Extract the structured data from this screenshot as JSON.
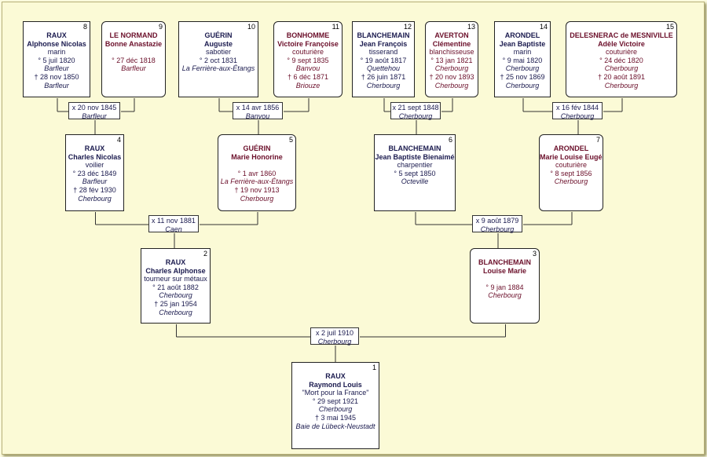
{
  "persons": [
    {
      "num": "1",
      "sex": "m",
      "lines": [
        {
          "t": "RAUX",
          "s": "nm"
        },
        {
          "t": "Raymond Louis",
          "s": "nm"
        },
        {
          "t": "\"Mort pour la France\"",
          "s": "pl"
        },
        {
          "t": "° 29 sept 1921",
          "s": "pl"
        },
        {
          "t": "Cherbourg",
          "s": "it"
        },
        {
          "t": "† 3 mai 1945",
          "s": "pl"
        },
        {
          "t": "Baie de Lübeck-Neustadt",
          "s": "it"
        }
      ]
    },
    {
      "num": "2",
      "sex": "m",
      "lines": [
        {
          "t": "RAUX",
          "s": "nm"
        },
        {
          "t": "Charles Alphonse",
          "s": "nm"
        },
        {
          "t": "tourneur sur métaux",
          "s": "pl"
        },
        {
          "t": "° 21 août 1882",
          "s": "pl"
        },
        {
          "t": "Cherbourg",
          "s": "it"
        },
        {
          "t": "† 25 jan 1954",
          "s": "pl"
        },
        {
          "t": "Cherbourg",
          "s": "it"
        }
      ]
    },
    {
      "num": "3",
      "sex": "f",
      "lines": [
        {
          "t": "BLANCHEMAIN",
          "s": "nm"
        },
        {
          "t": "Louise Marie",
          "s": "nm"
        },
        {
          "t": "",
          "s": "pl"
        },
        {
          "t": "° 9 jan 1884",
          "s": "pl"
        },
        {
          "t": "Cherbourg",
          "s": "it"
        }
      ]
    },
    {
      "num": "4",
      "sex": "m",
      "lines": [
        {
          "t": "RAUX",
          "s": "nm"
        },
        {
          "t": "Charles Nicolas",
          "s": "nm"
        },
        {
          "t": "voilier",
          "s": "pl"
        },
        {
          "t": "° 23 déc 1849",
          "s": "pl"
        },
        {
          "t": "Barfleur",
          "s": "it"
        },
        {
          "t": "† 28 fév 1930",
          "s": "pl"
        },
        {
          "t": "Cherbourg",
          "s": "it"
        }
      ]
    },
    {
      "num": "5",
      "sex": "f",
      "lines": [
        {
          "t": "GUÉRIN",
          "s": "nm"
        },
        {
          "t": "Marie Honorine",
          "s": "nm"
        },
        {
          "t": "",
          "s": "pl"
        },
        {
          "t": "° 1 avr 1860",
          "s": "pl"
        },
        {
          "t": "La Ferrière-aux-Étangs",
          "s": "it"
        },
        {
          "t": "† 19 nov 1913",
          "s": "pl"
        },
        {
          "t": "Cherbourg",
          "s": "it"
        }
      ]
    },
    {
      "num": "6",
      "sex": "m",
      "lines": [
        {
          "t": "BLANCHEMAIN",
          "s": "nm"
        },
        {
          "t": "Jean Baptiste Bienaimé",
          "s": "nm"
        },
        {
          "t": "charpentier",
          "s": "pl"
        },
        {
          "t": "° 5 sept 1850",
          "s": "pl"
        },
        {
          "t": "Octeville",
          "s": "it"
        }
      ]
    },
    {
      "num": "7",
      "sex": "f",
      "lines": [
        {
          "t": "ARONDEL",
          "s": "nm"
        },
        {
          "t": "Marie Louise Eugénie",
          "s": "nm"
        },
        {
          "t": "couturière",
          "s": "pl"
        },
        {
          "t": "° 8 sept 1856",
          "s": "pl"
        },
        {
          "t": "Cherbourg",
          "s": "it"
        }
      ]
    },
    {
      "num": "8",
      "sex": "m",
      "lines": [
        {
          "t": "RAUX",
          "s": "nm"
        },
        {
          "t": "Alphonse Nicolas",
          "s": "nm"
        },
        {
          "t": "marin",
          "s": "pl"
        },
        {
          "t": "° 5 juil 1820",
          "s": "pl"
        },
        {
          "t": "Barfleur",
          "s": "it"
        },
        {
          "t": "† 28 nov 1850",
          "s": "pl"
        },
        {
          "t": "Barfleur",
          "s": "it"
        }
      ]
    },
    {
      "num": "9",
      "sex": "f",
      "lines": [
        {
          "t": "LE NORMAND",
          "s": "nm"
        },
        {
          "t": "Bonne Anastazie",
          "s": "nm"
        },
        {
          "t": "",
          "s": "pl"
        },
        {
          "t": "° 27 déc 1818",
          "s": "pl"
        },
        {
          "t": "Barfleur",
          "s": "it"
        }
      ]
    },
    {
      "num": "10",
      "sex": "m",
      "lines": [
        {
          "t": "GUÉRIN",
          "s": "nm"
        },
        {
          "t": "Auguste",
          "s": "nm"
        },
        {
          "t": "sabotier",
          "s": "pl"
        },
        {
          "t": "° 2 oct 1831",
          "s": "pl"
        },
        {
          "t": "La Ferrière-aux-Étangs",
          "s": "it"
        }
      ]
    },
    {
      "num": "11",
      "sex": "f",
      "lines": [
        {
          "t": "BONHOMME",
          "s": "nm"
        },
        {
          "t": "Victoire Françoise",
          "s": "nm"
        },
        {
          "t": "couturière",
          "s": "pl"
        },
        {
          "t": "° 9 sept 1835",
          "s": "pl"
        },
        {
          "t": "Banvou",
          "s": "it"
        },
        {
          "t": "† 6 déc 1871",
          "s": "pl"
        },
        {
          "t": "Briouze",
          "s": "it"
        }
      ]
    },
    {
      "num": "12",
      "sex": "m",
      "lines": [
        {
          "t": "BLANCHEMAIN",
          "s": "nm"
        },
        {
          "t": "Jean François",
          "s": "nm"
        },
        {
          "t": "tisserand",
          "s": "pl"
        },
        {
          "t": "° 19 août 1817",
          "s": "pl"
        },
        {
          "t": "Quettehou",
          "s": "it"
        },
        {
          "t": "† 26 juin 1871",
          "s": "pl"
        },
        {
          "t": "Cherbourg",
          "s": "it"
        }
      ]
    },
    {
      "num": "13",
      "sex": "f",
      "lines": [
        {
          "t": "AVERTON",
          "s": "nm"
        },
        {
          "t": "Clémentine",
          "s": "nm"
        },
        {
          "t": "blanchisseuse",
          "s": "pl"
        },
        {
          "t": "° 13 jan 1821",
          "s": "pl"
        },
        {
          "t": "Cherbourg",
          "s": "it"
        },
        {
          "t": "† 20 nov 1893",
          "s": "pl"
        },
        {
          "t": "Cherbourg",
          "s": "it"
        }
      ]
    },
    {
      "num": "14",
      "sex": "m",
      "lines": [
        {
          "t": "ARONDEL",
          "s": "nm"
        },
        {
          "t": "Jean Baptiste",
          "s": "nm"
        },
        {
          "t": "marin",
          "s": "pl"
        },
        {
          "t": "° 9 mai 1820",
          "s": "pl"
        },
        {
          "t": "Cherbourg",
          "s": "it"
        },
        {
          "t": "† 25 nov 1869",
          "s": "pl"
        },
        {
          "t": "Cherbourg",
          "s": "it"
        }
      ]
    },
    {
      "num": "15",
      "sex": "f",
      "lines": [
        {
          "t": "DELESNERAC de MESNIVILLE",
          "s": "nm"
        },
        {
          "t": "Adèle Victoire",
          "s": "nm"
        },
        {
          "t": "couturière",
          "s": "pl"
        },
        {
          "t": "° 24 déc 1820",
          "s": "pl"
        },
        {
          "t": "Cherbourg",
          "s": "it"
        },
        {
          "t": "† 20 août 1891",
          "s": "pl"
        },
        {
          "t": "Cherbourg",
          "s": "it"
        }
      ]
    }
  ],
  "marriages": [
    {
      "id": "8-9",
      "date": "x 20 nov 1845",
      "place": "Barfleur"
    },
    {
      "id": "10-11",
      "date": "x 14 avr 1856",
      "place": "Banvou"
    },
    {
      "id": "12-13",
      "date": "x 21 sept 1848",
      "place": "Cherbourg"
    },
    {
      "id": "14-15",
      "date": "x 16 fév 1844",
      "place": "Cherbourg"
    },
    {
      "id": "4-5",
      "date": "x 11 nov 1881",
      "place": "Caen"
    },
    {
      "id": "6-7",
      "date": "x 9 août 1879",
      "place": "Cherbourg"
    },
    {
      "id": "2-3",
      "date": "x 2 juil 1910",
      "place": "Cherbourg"
    }
  ]
}
